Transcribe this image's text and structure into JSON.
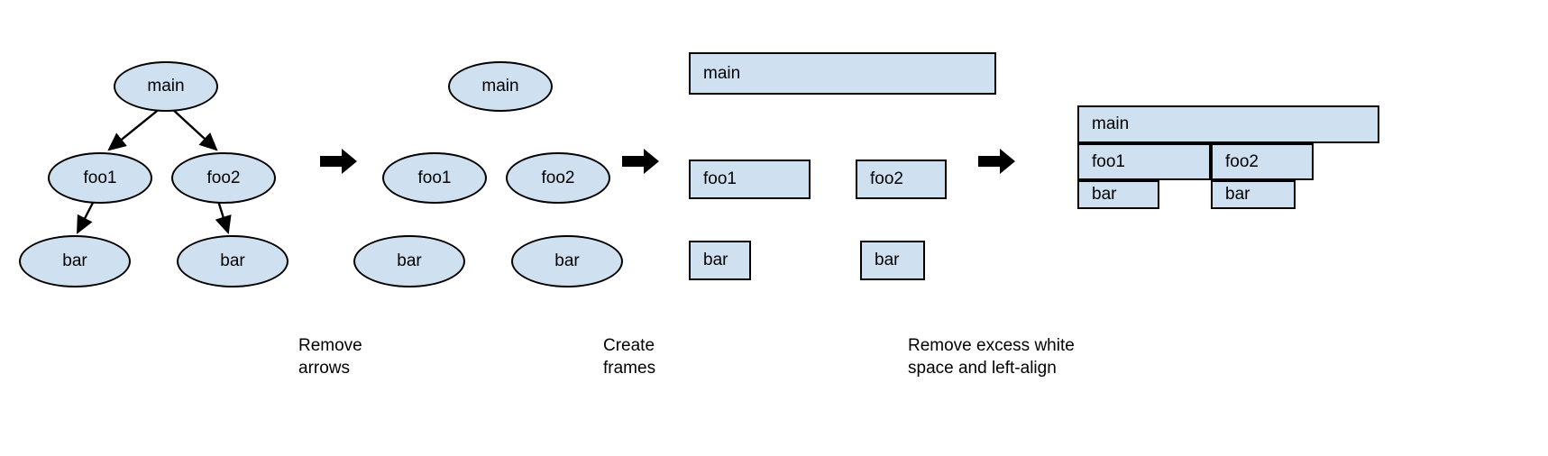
{
  "diagram": {
    "title": "",
    "colors": {
      "node_fill": "#cfe0f0",
      "node_stroke": "#000000",
      "arrow": "#000000",
      "background": "#ffffff",
      "text": "#000000"
    },
    "labels": {
      "main": "main",
      "foo1": "foo1",
      "foo2": "foo2",
      "bar": "bar"
    },
    "panels": [
      {
        "id": "panel-tree",
        "kind": "ellipse-tree-with-arrows",
        "nodes": [
          {
            "name": "main",
            "label": "main"
          },
          {
            "name": "foo1",
            "label": "foo1"
          },
          {
            "name": "foo2",
            "label": "foo2"
          },
          {
            "name": "bar-left",
            "label": "bar"
          },
          {
            "name": "bar-right",
            "label": "bar"
          }
        ],
        "edges": [
          {
            "from": "main",
            "to": "foo1"
          },
          {
            "from": "main",
            "to": "foo2"
          },
          {
            "from": "foo1",
            "to": "bar-left"
          },
          {
            "from": "foo2",
            "to": "bar-right"
          }
        ]
      },
      {
        "id": "panel-no-arrows",
        "kind": "ellipse-tree-without-arrows",
        "nodes": [
          {
            "name": "main",
            "label": "main"
          },
          {
            "name": "foo1",
            "label": "foo1"
          },
          {
            "name": "foo2",
            "label": "foo2"
          },
          {
            "name": "bar-left",
            "label": "bar"
          },
          {
            "name": "bar-right",
            "label": "bar"
          }
        ],
        "edges": []
      },
      {
        "id": "panel-frames",
        "kind": "rectangle-frames",
        "nodes": [
          {
            "name": "main",
            "label": "main"
          },
          {
            "name": "foo1",
            "label": "foo1"
          },
          {
            "name": "foo2",
            "label": "foo2"
          },
          {
            "name": "bar-left",
            "label": "bar"
          },
          {
            "name": "bar-right",
            "label": "bar"
          }
        ]
      },
      {
        "id": "panel-packed",
        "kind": "nested-left-aligned-frames",
        "nodes": [
          {
            "name": "main",
            "label": "main"
          },
          {
            "name": "foo1",
            "label": "foo1"
          },
          {
            "name": "foo2",
            "label": "foo2"
          },
          {
            "name": "bar-left",
            "label": "bar"
          },
          {
            "name": "bar-right",
            "label": "bar"
          }
        ]
      }
    ],
    "step_arrows": [
      {
        "name": "step-arrow-1",
        "glyph": "right-arrow-icon"
      },
      {
        "name": "step-arrow-2",
        "glyph": "right-arrow-icon"
      },
      {
        "name": "step-arrow-3",
        "glyph": "right-arrow-icon"
      }
    ],
    "captions": [
      {
        "name": "caption-remove-arrows",
        "text": "Remove\narrows"
      },
      {
        "name": "caption-create-frames",
        "text": "Create\nframes"
      },
      {
        "name": "caption-remove-white-space",
        "text": "Remove excess white\nspace and left-align"
      }
    ]
  }
}
